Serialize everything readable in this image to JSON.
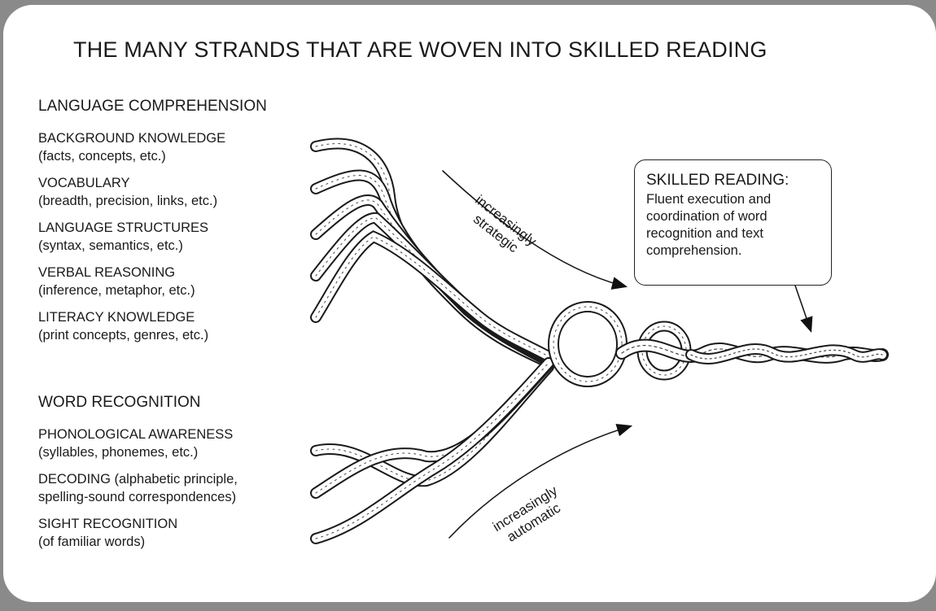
{
  "title": "THE MANY STRANDS THAT ARE WOVEN INTO SKILLED READING",
  "language_comprehension": {
    "heading": "LANGUAGE COMPREHENSION",
    "items": [
      {
        "name": "BACKGROUND KNOWLEDGE",
        "detail": "(facts, concepts, etc.)"
      },
      {
        "name": "VOCABULARY",
        "detail": "(breadth, precision, links, etc.)"
      },
      {
        "name": "LANGUAGE STRUCTURES",
        "detail": "(syntax, semantics, etc.)"
      },
      {
        "name": "VERBAL REASONING",
        "detail": "(inference, metaphor, etc.)"
      },
      {
        "name": "LITERACY KNOWLEDGE",
        "detail": "(print concepts, genres, etc.)"
      }
    ]
  },
  "word_recognition": {
    "heading": "WORD RECOGNITION",
    "items": [
      {
        "name": "PHONOLOGICAL AWARENESS",
        "detail": "(syllables, phonemes, etc.)"
      },
      {
        "name": "DECODING (alphabetic principle,",
        "detail": "spelling-sound correspondences)"
      },
      {
        "name": "SIGHT RECOGNITION",
        "detail": "(of familiar words)"
      }
    ]
  },
  "arrows": {
    "upper": [
      "increasingly",
      "strategic"
    ],
    "lower": [
      "increasingly",
      "automatic"
    ]
  },
  "callout": {
    "heading": "SKILLED READING:",
    "body": "Fluent execution and coordination of word recognition and text comprehension."
  },
  "colors": {
    "background": "#8a8a8a",
    "card": "#ffffff",
    "ink": "#1a1a1a"
  }
}
